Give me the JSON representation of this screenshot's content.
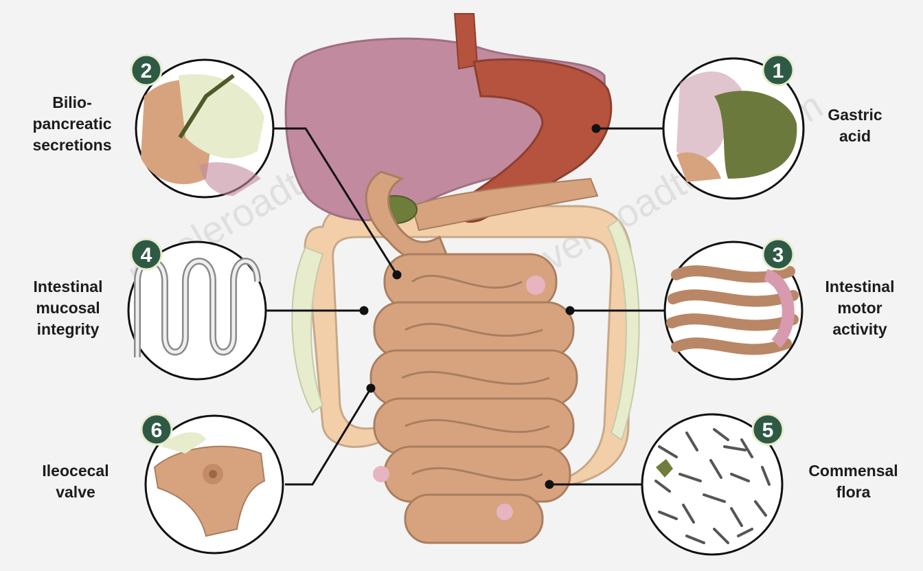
{
  "watermark": "reveleroadtome.com",
  "callouts": [
    {
      "number": "1",
      "lines": [
        "Gastric",
        "acid"
      ]
    },
    {
      "number": "2",
      "lines": [
        "Bilio-",
        "pancreatic",
        "secretions"
      ]
    },
    {
      "number": "3",
      "lines": [
        "Intestinal",
        "motor",
        "activity"
      ]
    },
    {
      "number": "4",
      "lines": [
        "Intestinal",
        "mucosal",
        "integrity"
      ]
    },
    {
      "number": "5",
      "lines": [
        "Commensal",
        "flora"
      ]
    },
    {
      "number": "6",
      "lines": [
        "Ileocecal",
        "valve"
      ]
    }
  ],
  "colors": {
    "badge": "#2e5a45",
    "liver": "#c28a9e",
    "stomach": "#b5533e",
    "gallbladder": "#6e7d3a",
    "small_intestine": "#d7a37f",
    "large_intestine": "#f2cfa8",
    "fat": "#e6eccc",
    "line": "#111111"
  }
}
